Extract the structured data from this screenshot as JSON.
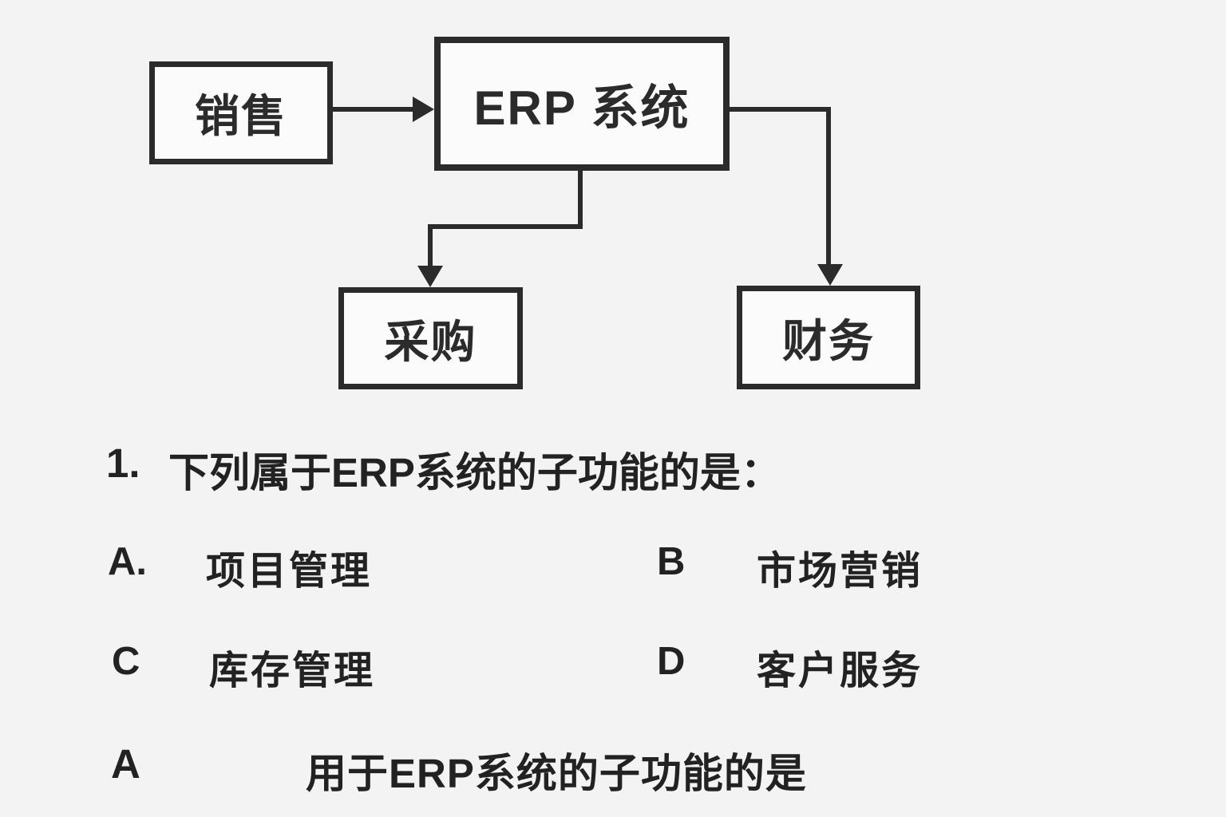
{
  "diagram": {
    "nodes": [
      {
        "id": "sales",
        "label": "销售"
      },
      {
        "id": "erp",
        "label": "ERP 系统"
      },
      {
        "id": "purchase",
        "label": "采购"
      },
      {
        "id": "finance",
        "label": "财务"
      }
    ],
    "edges": [
      {
        "from": "sales",
        "to": "erp"
      },
      {
        "from": "erp",
        "to": "purchase"
      },
      {
        "from": "erp",
        "to": "finance"
      }
    ]
  },
  "question": {
    "number": "1.",
    "text": "下列属于ERP系统的子功能的是：",
    "options": [
      {
        "label": "A.",
        "text": "项目管理"
      },
      {
        "label": "B",
        "text": "市场营销"
      },
      {
        "label": "C",
        "text": "库存管理"
      },
      {
        "label": "D",
        "text": "客户服务"
      }
    ],
    "footer_label": "A",
    "footer_text": "用于ERP系统的子功能的是"
  },
  "colors": {
    "ink": "#2b2b2b",
    "background": "#f3f3f3",
    "box_fill": "#fbfbfb",
    "text": "#222222"
  }
}
